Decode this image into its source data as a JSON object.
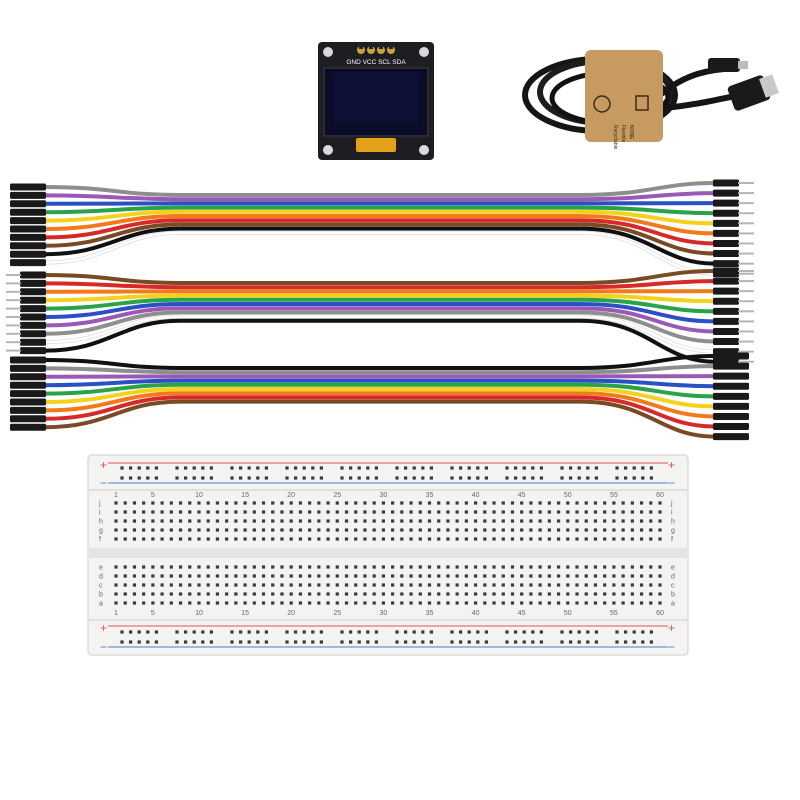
{
  "oled": {
    "pin_labels": [
      "GND",
      "VCC",
      "SCL",
      "SDA"
    ]
  },
  "cable": {
    "package_text": [
      "Recyclable",
      "Flexible",
      "NONE"
    ]
  },
  "jumper_bundles": [
    {
      "id": "female-female",
      "colors": [
        "#8e8e8e",
        "#9b59b6",
        "#2b50c4",
        "#2aa24a",
        "#f2d21b",
        "#f27a1b",
        "#d62a2a",
        "#7a4a24",
        "#111111",
        "#ffffff"
      ]
    },
    {
      "id": "male-male",
      "colors": [
        "#7a4a24",
        "#d62a2a",
        "#f27a1b",
        "#f2d21b",
        "#2aa24a",
        "#2b50c4",
        "#9b59b6",
        "#8e8e8e",
        "#ffffff",
        "#111111"
      ]
    },
    {
      "id": "male-female",
      "colors": [
        "#111111",
        "#8e8e8e",
        "#9b59b6",
        "#2b50c4",
        "#2aa24a",
        "#f2d21b",
        "#f27a1b",
        "#d62a2a",
        "#7a4a24"
      ]
    }
  ],
  "breadboard": {
    "rail_plus": "+",
    "rail_minus": "−",
    "row_letters_top": [
      "j",
      "i",
      "h",
      "g",
      "f"
    ],
    "row_letters_bottom": [
      "e",
      "d",
      "c",
      "b",
      "a"
    ],
    "column_numbers": [
      "1",
      "5",
      "10",
      "15",
      "20",
      "25",
      "30",
      "35",
      "40",
      "45",
      "50",
      "55",
      "60"
    ]
  }
}
